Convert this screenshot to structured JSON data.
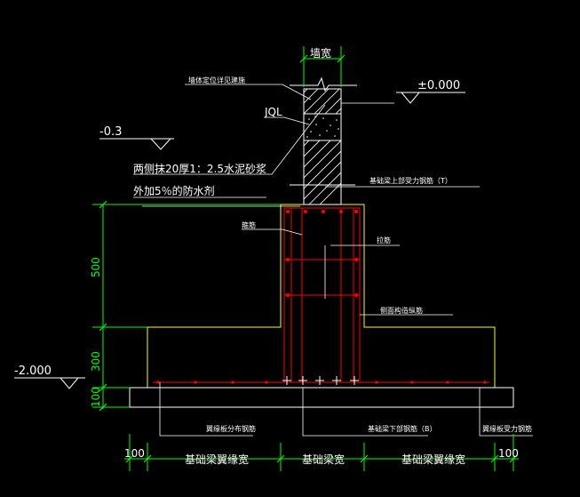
{
  "labels": {
    "wall_width": "墙宽",
    "wall_position_note": "墙体定位详见建施",
    "elevation_zero": "±0.000",
    "jql": "JQL",
    "elevation_minus_03": "-0.3",
    "mortar_line1": "两侧抹20厚1：2.5水泥砂浆",
    "mortar_line2": "外加5％的防水剂",
    "top_bars": "基础梁上部受力钢筋（T）",
    "stirrup": "箍筋",
    "tie_bar": "拉筋",
    "side_bars": "侧面构造纵筋",
    "elevation_minus_2": "-2.000",
    "slab_distribution_bars": "翼缘板分布钢筋",
    "bottom_bars": "基础梁下部钢筋（B）",
    "slab_main_bars": "翼缘板受力钢筋",
    "flange_width_left": "基础梁翼缘宽",
    "beam_width": "基础梁宽",
    "flange_width_right": "基础梁翼缘宽"
  },
  "dimensions": {
    "h_500": "500",
    "h_300": "300",
    "h_100": "100",
    "w_100_left": "100",
    "w_100_right": "100"
  },
  "colors": {
    "background": "#000000",
    "text": "#ffffff",
    "dimension": "#00ff00",
    "concrete_outline": "#ffff00",
    "rebar": "#ff0000",
    "leader": "#ffffff"
  }
}
